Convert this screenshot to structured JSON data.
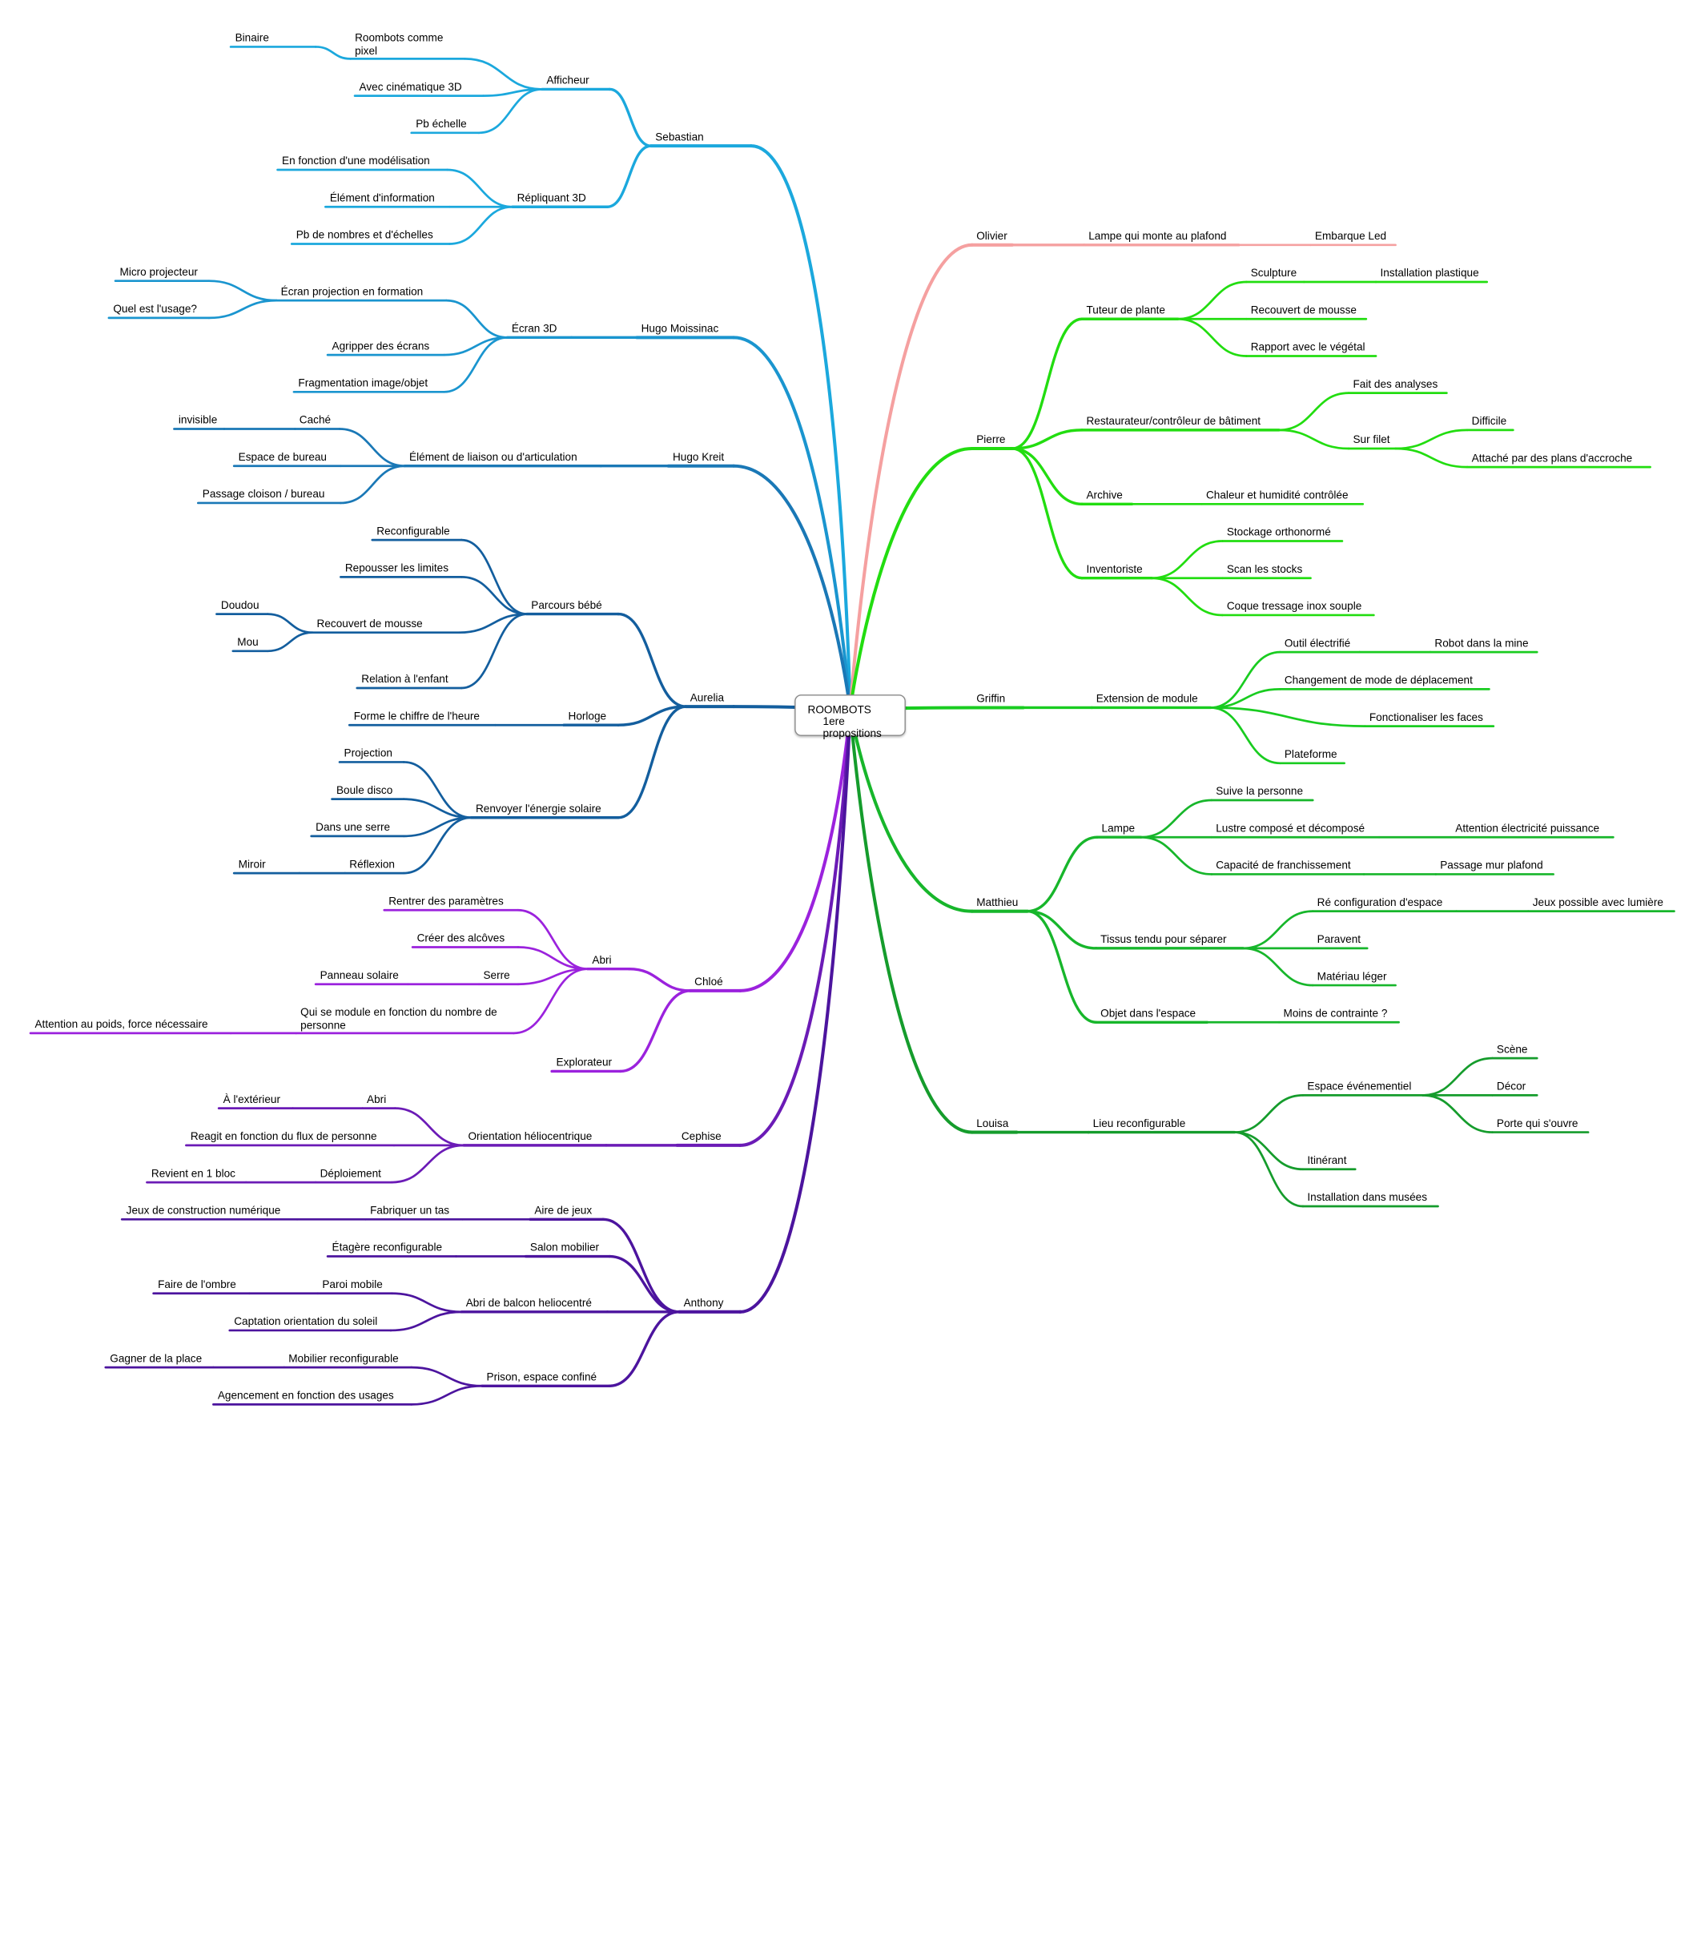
{
  "root": {
    "line1": "ROOMBOTS",
    "line2": "1ere propositions"
  },
  "colors": {
    "sebastian": "#1ba8dd",
    "hugo_m": "#1a95cf",
    "hugo_k": "#1a78b6",
    "aurelia": "#135e9e",
    "chloe": "#9b22dd",
    "cephise": "#6b1bb6",
    "anthony": "#4c149e",
    "olivier": "#f5a0a0",
    "pierre": "#22dd10",
    "griffin": "#19cc20",
    "matthieu": "#17b62b",
    "louisa": "#159c2c"
  },
  "nodes": {
    "sebastian": "Sebastian",
    "afficheur": "Afficheur",
    "binaire": "Binaire",
    "roombots_pixel": "Roombots comme pixel",
    "cinematique": "Avec cinématique 3D",
    "pb_echelle": "Pb échelle",
    "repliquant": "Répliquant 3D",
    "modelisation": "En fonction d'une modélisation",
    "element_info": "Élément d'information",
    "pb_nombres": "Pb de nombres et d'échelles",
    "hugo_m": "Hugo Moissinac",
    "ecran3d": "Écran 3D",
    "ecran_proj": "Écran projection en formation",
    "micro_proj": "Micro projecteur",
    "usage": "Quel est l'usage?",
    "agripper": "Agripper des écrans",
    "fragmentation": "Fragmentation image/objet",
    "hugo_k": "Hugo Kreit",
    "liaison": "Élément de liaison ou d'articulation",
    "cache": "Caché",
    "invisible": "invisible",
    "espace_bureau": "Espace de bureau",
    "passage": "Passage cloison / bureau",
    "aurelia": "Aurelia",
    "parcours": "Parcours bébé",
    "reconfigurable": "Reconfigurable",
    "repousser": "Repousser les limites",
    "recouvert_a": "Recouvert de mousse",
    "doudou": "Doudou",
    "mou": "Mou",
    "relation": "Relation à l'enfant",
    "horloge": "Horloge",
    "chiffre": "Forme le chiffre de l'heure",
    "renvoyer": "Renvoyer l'énergie solaire",
    "projection": "Projection",
    "boule": "Boule disco",
    "serre_a": "Dans une serre",
    "reflexion": "Réflexion",
    "miroir": "Miroir",
    "chloe": "Chloé",
    "abri": "Abri",
    "rentrer": "Rentrer des paramètres",
    "alcoves": "Créer des alcôves",
    "serre_c": "Serre",
    "panneau": "Panneau solaire",
    "module": "Qui se module en fonction du nombre de personne",
    "attention": "Attention au poids, force nécessaire",
    "explorateur": "Explorateur",
    "cephise": "Cephise",
    "orientation": "Orientation héliocentrique",
    "abri_ce": "Abri",
    "exterieur": "À l'extérieur",
    "reagit": "Reagit en fonction du flux de personne",
    "deploiement": "Déploiement",
    "revient": "Revient en 1 bloc",
    "anthony": "Anthony",
    "aire": "Aire de jeux",
    "fabriquer": "Fabriquer un tas",
    "jeux_constr": "Jeux de construction numérique",
    "salon": "Salon mobilier",
    "etagere": "Étagère reconfigurable",
    "balcon": "Abri de balcon heliocentré",
    "paroi": "Paroi mobile",
    "ombre": "Faire de l'ombre",
    "captation": "Captation orientation du soleil",
    "prison": "Prison, espace confiné",
    "mobilier": "Mobilier reconfigurable",
    "gagner": "Gagner de la place",
    "agencement": "Agencement en fonction des usages",
    "olivier": "Olivier",
    "lampe_plafond": "Lampe qui monte au plafond",
    "embarque": "Embarque Led",
    "pierre": "Pierre",
    "tuteur": "Tuteur de plante",
    "sculpture": "Sculpture",
    "installation_pl": "Installation plastique",
    "recouvert_p": "Recouvert de mousse",
    "rapport": "Rapport avec le végétal",
    "restaurateur": "Restaurateur/contrôleur de bâtiment",
    "analyses": "Fait des analyses",
    "filet": "Sur filet",
    "difficile": "Difficile",
    "attache": "Attaché par des plans d'accroche",
    "archive": "Archive",
    "chaleur": "Chaleur et humidité contrôlée",
    "inventoriste": "Inventoriste",
    "stockage": "Stockage orthonormé",
    "scan": "Scan les stocks",
    "coque": "Coque tressage inox souple",
    "griffin": "Griffin",
    "extension": "Extension de module",
    "outil": "Outil électrifié",
    "robot_mine": "Robot dans la mine",
    "changement": "Changement de mode de déplacement",
    "fonctionaliser": "Fonctionaliser les faces",
    "plateforme": "Plateforme",
    "matthieu": "Matthieu",
    "lampe": "Lampe",
    "suive": "Suive la personne",
    "lustre": "Lustre composé et décomposé",
    "attention_el": "Attention électricité puissance",
    "franchissement": "Capacité de franchissement",
    "passage_mur": "Passage mur plafond",
    "tissus": "Tissus tendu pour séparer",
    "reconfig_espace": "Ré configuration d'espace",
    "jeux_lumiere": "Jeux possible avec lumière",
    "paravent": "Paravent",
    "materiau": "Matériau léger",
    "objet": "Objet dans l'espace",
    "moins": "Moins de contrainte ?",
    "louisa": "Louisa",
    "lieu": "Lieu reconfigurable",
    "evenementiel": "Espace événementiel",
    "scene": "Scène",
    "decor": "Décor",
    "porte": "Porte qui s'ouvre",
    "itinerant": "Itinérant",
    "musees": "Installation dans musées"
  }
}
